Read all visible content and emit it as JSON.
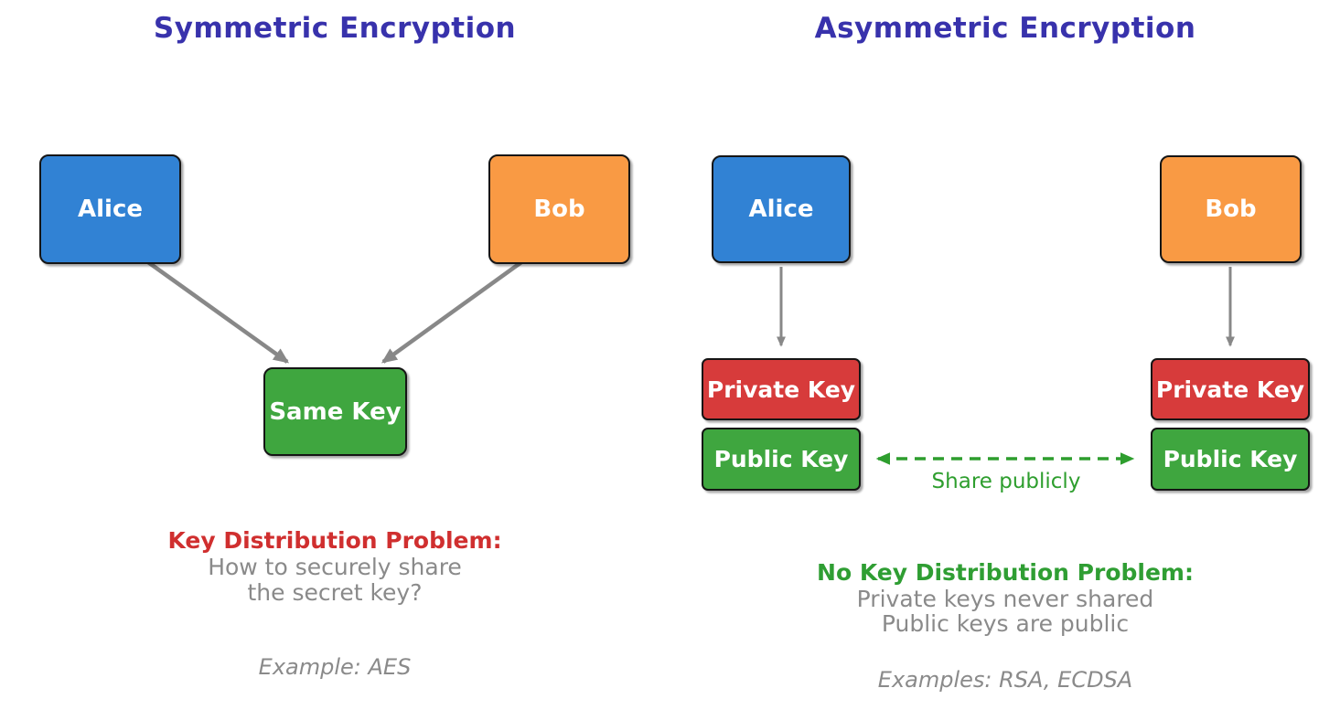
{
  "left_panel": {
    "title": "Symmetric Encryption",
    "alice_label": "Alice",
    "bob_label": "Bob",
    "same_key_label": "Same Key",
    "problem_heading": "Key Distribution Problem:",
    "problem_line1": "How to securely share",
    "problem_line2": "the secret key?",
    "example": "Example: AES"
  },
  "right_panel": {
    "title": "Asymmetric Encryption",
    "alice_label": "Alice",
    "bob_label": "Bob",
    "alice_private_key_label": "Private Key",
    "alice_public_key_label": "Public Key",
    "bob_private_key_label": "Private Key",
    "bob_public_key_label": "Public Key",
    "share_label": "Share publicly",
    "benefit_heading": "No Key Distribution Problem:",
    "benefit_line1": "Private keys never shared",
    "benefit_line2": "Public keys are public",
    "examples": "Examples: RSA, ECDSA"
  },
  "colors": {
    "title_text": "#3832AC",
    "alice_box": "#3182D4",
    "bob_box": "#F99A44",
    "green_box": "#3FA63F",
    "red_box": "#D73B3B",
    "red_heading": "#D02F2F",
    "green_heading": "#2F9E33",
    "green_arrow": "#2E9E2E",
    "gray_text": "#8A8A8A",
    "gray_arrow": "#888888",
    "box_border": "#151515",
    "background": "#FFFFFF"
  }
}
